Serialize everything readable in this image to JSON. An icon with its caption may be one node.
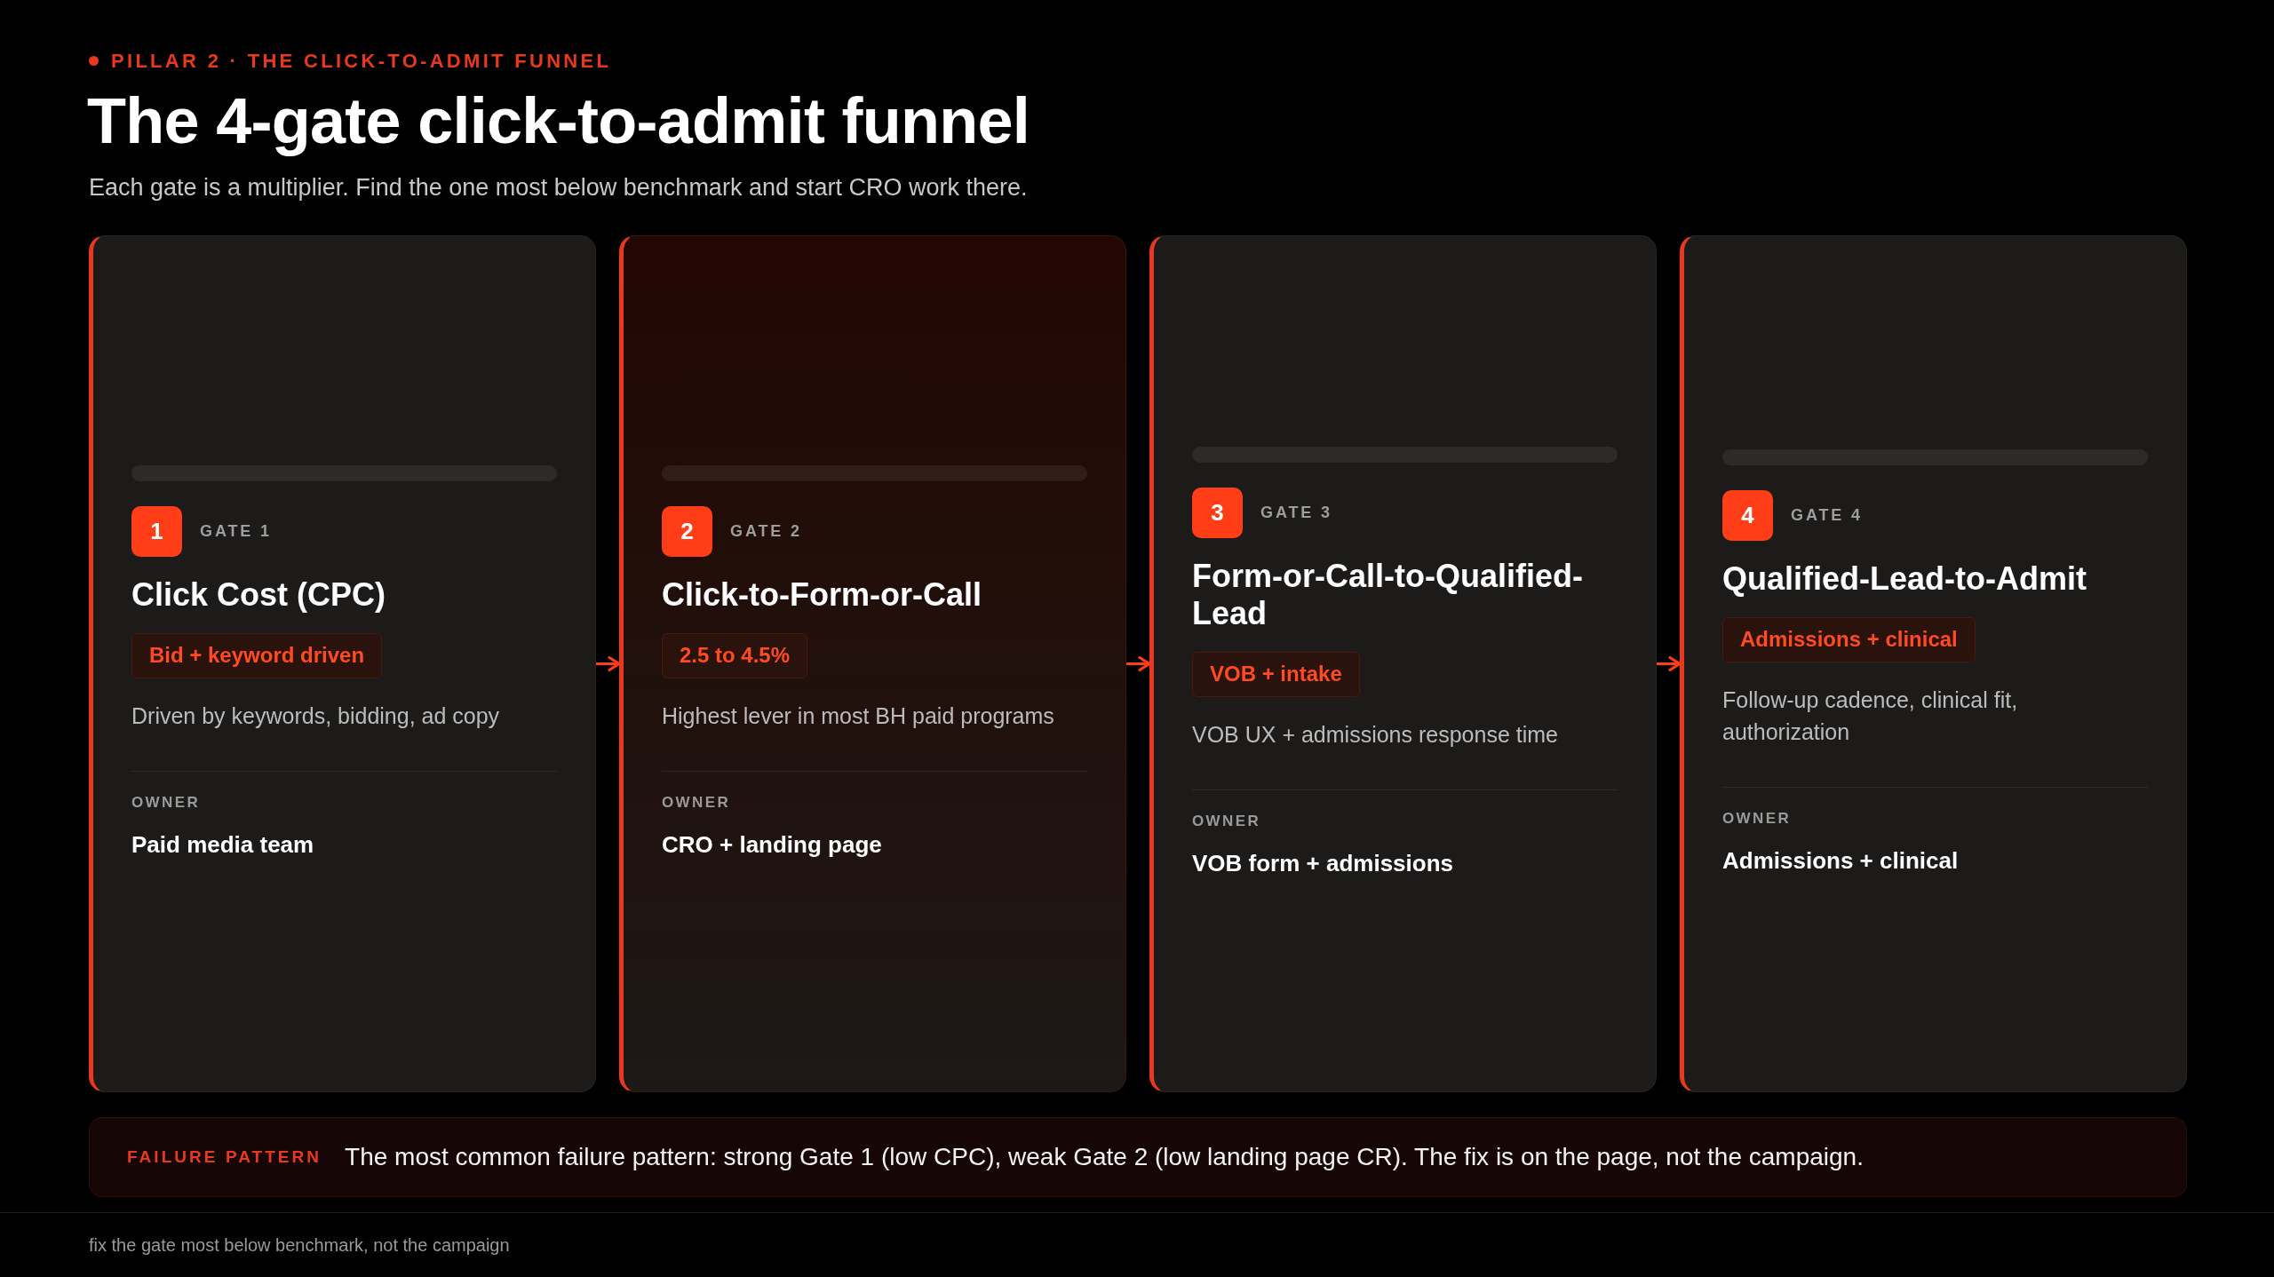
{
  "diagram": {
    "title": "The 4-gate click-to-admit funnel",
    "nodes": [
      {
        "text": [
          "GATE 1",
          "Click Cost (CPC)",
          "Driven by keywords, bidding, ad copy",
          "OWNER",
          "Paid media team"
        ]
      },
      {
        "text": [
          "1"
        ],
        "in": 0
      },
      {
        "text": [
          "Bid + keyword driven"
        ],
        "in": 0
      },
      {
        "text": [
          "GATE 2",
          "Click-to-Form-or-Call",
          "Highest lever in most BH paid programs",
          "OWNER",
          "CRO + landing page"
        ]
      },
      {
        "text": [
          "2"
        ],
        "in": 3
      },
      {
        "text": [
          "2.5 to 4.5%"
        ],
        "in": 3
      },
      {
        "text": [
          "GATE 3",
          "Form-or-Call-to-Qualified-Lead",
          "VOB UX + admissions response time",
          "OWNER",
          "VOB form + admissions"
        ]
      },
      {
        "text": [
          "3"
        ],
        "in": 6
      },
      {
        "text": [
          "VOB + intake"
        ],
        "in": 6
      },
      {
        "text": [
          "GATE 4",
          "Qualified-Lead-to-Admit",
          "Follow-up cadence, clinical fit, authorization",
          "OWNER",
          "Admissions + clinical"
        ]
      },
      {
        "text": [
          "4"
        ],
        "in": 9
      },
      {
        "text": [
          "Admissions + clinical"
        ],
        "in": 9
      },
      {
        "text": [
          "FAILURE PATTERN",
          "The most common failure pattern: strong Gate 1 (low CPC), weak Gate 2 (low landing page CR). The fix is on the page, not the campaign."
        ]
      }
    ],
    "edges": [
      {
        "from": 0,
        "to": 3,
        "arrow": "to"
      },
      {
        "from": 3,
        "to": 6,
        "arrow": "to"
      },
      {
        "from": 6,
        "to": 9,
        "arrow": "to"
      }
    ],
    "labels": [
      "PILLAR 2 · THE CLICK-TO-ADMIT FUNNEL",
      "Each gate is a multiplier. Find the one most below benchmark and start CRO work there.",
      "fix the gate most below benchmark, not the campaign"
    ]
  }
}
